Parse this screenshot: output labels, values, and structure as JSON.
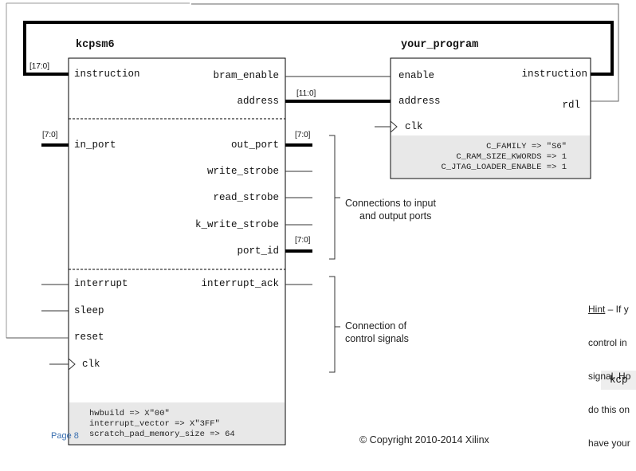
{
  "kcpsm6": {
    "title": "kcpsm6",
    "inputs": {
      "instruction": "instruction",
      "in_port": "in_port",
      "interrupt": "interrupt",
      "sleep": "sleep",
      "reset": "reset",
      "clk": "clk"
    },
    "outputs": {
      "bram_enable": "bram_enable",
      "address": "address",
      "out_port": "out_port",
      "write_strobe": "write_strobe",
      "read_strobe": "read_strobe",
      "k_write_strobe": "k_write_strobe",
      "port_id": "port_id",
      "interrupt_ack": "interrupt_ack"
    },
    "generics": [
      "hwbuild => X\"00\"",
      "interrupt_vector => X\"3FF\"",
      "scratch_pad_memory_size => 64"
    ]
  },
  "your_program": {
    "title": "your_program",
    "ports": {
      "enable": "enable",
      "address": "address",
      "clk": "clk",
      "instruction": "instruction",
      "rdl": "rdl"
    },
    "generics": [
      "C_FAMILY => \"S6\"",
      "C_RAM_SIZE_KWORDS => 1",
      "C_JTAG_LOADER_ENABLE => 1"
    ]
  },
  "bus_labels": {
    "instruction": "[17:0]",
    "in_port": "[7:0]",
    "address": "[11:0]",
    "out_port": "[7:0]",
    "port_id": "[7:0]"
  },
  "annotations": {
    "io_line1": "Connections to input",
    "io_line2": "and output ports",
    "ctrl_line1": "Connection of",
    "ctrl_line2": "control signals"
  },
  "hint": {
    "label": "Hint",
    "lines": [
      " – If y",
      "control in",
      "signal. Ho",
      "do this on",
      "have your"
    ],
    "code": "kcp"
  },
  "footer": {
    "page": "Page 8",
    "copyright": "© Copyright 2010-2014 Xilinx"
  },
  "colors": {
    "generic_bg": "#e8e8e8",
    "page_link": "#3a6fb0"
  }
}
